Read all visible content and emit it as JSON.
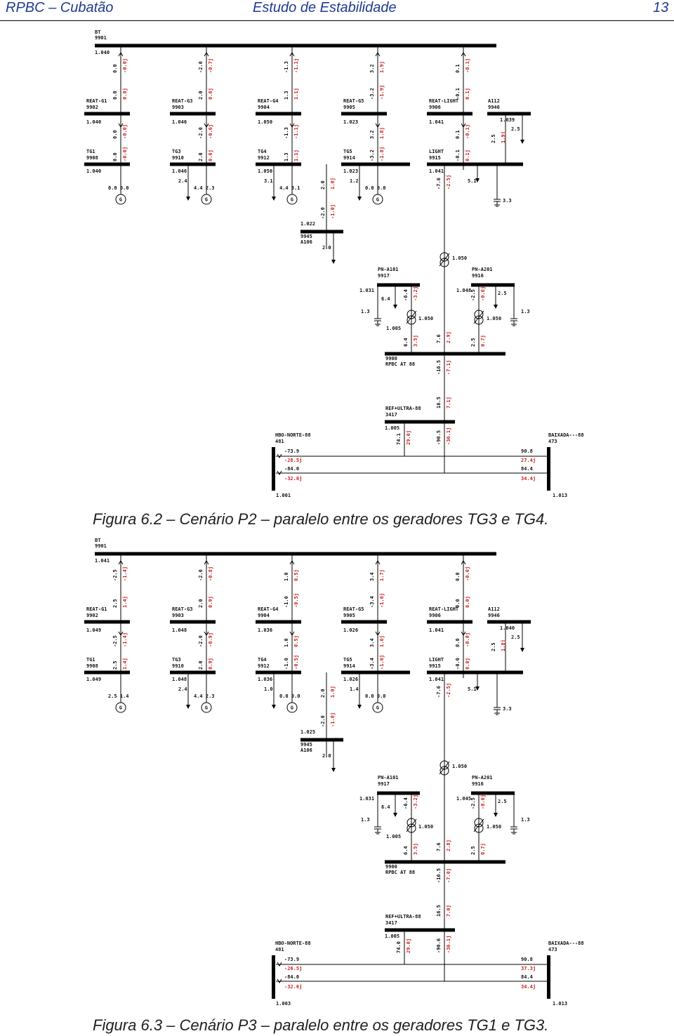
{
  "header": {
    "left": "RPBC – Cubatão",
    "center": "Estudo de Estabilidade",
    "page": "13"
  },
  "figures": [
    {
      "caption": "Figura 6.2 – Cenário P2 – paralelo entre os geradores TG3 e TG4.",
      "bt": {
        "name": "BT",
        "num": "9901",
        "v": "1.040"
      },
      "feeders": [
        {
          "id": "g1",
          "n1": "REAT-G1",
          "b1": "9902",
          "v1": "1.040",
          "n2": "TG1",
          "b2": "9908",
          "v2": "1.040",
          "top": [
            "0.0",
            "-0.0j"
          ],
          "m1": [
            "0.0",
            "0.0j"
          ],
          "m2": [
            "0.0",
            "-0.0j"
          ],
          "m3": [
            "0.0",
            "-0.0j"
          ],
          "gen": "0.0 0.0",
          "load": ""
        },
        {
          "id": "g3",
          "n1": "REAT-G3",
          "b1": "9903",
          "v1": "1.046",
          "n2": "TG3",
          "b2": "9910",
          "v2": "1.046",
          "top": [
            "-2.0",
            "-0.7j"
          ],
          "m1": [
            "2.0",
            "0.6j"
          ],
          "m2": [
            "-2.0",
            "-0.6j"
          ],
          "m3": [
            "2.0",
            "0.6j"
          ],
          "gen": "4.4 2.3",
          "load": "2.4"
        },
        {
          "id": "g4",
          "n1": "REAT-G4",
          "b1": "9904",
          "v1": "1.050",
          "n2": "TG4",
          "b2": "9912",
          "v2": "1.050",
          "top": [
            "-1.3",
            "-1.1j"
          ],
          "m1": [
            "1.3",
            "1.1j"
          ],
          "m2": [
            "-1.3",
            "-1.1j"
          ],
          "m3": [
            "1.3",
            "1.1j"
          ],
          "gen": "4.4 3.1",
          "load": "3.1"
        },
        {
          "id": "g5",
          "n1": "REAT-G5",
          "b1": "9905",
          "v1": "1.023",
          "n2": "TG5",
          "b2": "9914",
          "v2": "1.023",
          "top": [
            "3.2",
            "1.9j"
          ],
          "m1": [
            "-3.2",
            "-1.9j"
          ],
          "m2": [
            "3.2",
            "1.8j"
          ],
          "m3": [
            "-3.2",
            "-1.8j"
          ],
          "gen": "0.0 0.0",
          "load": "1.2"
        },
        {
          "id": "gl",
          "n1": "REAT-LIGHT",
          "b1": "9906",
          "v1": "1.041",
          "n2": "LIGHT",
          "b2": "9915",
          "v2": "1.041",
          "top": [
            "0.1",
            "-0.1j"
          ],
          "m1": [
            "-0.1",
            "0.1j"
          ],
          "m2": [
            "0.1",
            "-0.1j"
          ],
          "m3": [
            "-0.1",
            "0.1j"
          ],
          "gen": "",
          "load": "5.1"
        }
      ],
      "a112": {
        "name": "A112",
        "num": "9946",
        "v": "1.039",
        "p": "2.5",
        "f1": "2.5",
        "f2": "1.9j"
      },
      "light_down": [
        "-7.6",
        "-2.5j"
      ],
      "cap_light": "3.3",
      "a106": {
        "name": "9945",
        "sub": "A106",
        "v": "1.022",
        "p": "2.0",
        "f1": "2.0",
        "f2": "1.0j",
        "f3": "-2.0",
        "f4": "-1.0j"
      },
      "xfmr_main": "1.050",
      "pna101": {
        "name": "PN-A101",
        "num": "9917",
        "v": "1.031",
        "load": "6.4",
        "cap": "1.3",
        "f1": "-6.4",
        "f2": "-3.2j",
        "xv": "1.050",
        "v2": "1.005",
        "b1": "6.4",
        "b2": "3.5j"
      },
      "pna201": {
        "name": "PN-A201",
        "num": "9916",
        "v": "1.048",
        "load": "2.5",
        "cap": "1.3",
        "f1": "-2.5",
        "f2": "-0.6j",
        "xv": "1.050",
        "b1": "2.5",
        "b2": "0.7j"
      },
      "rpbc": {
        "num": "9900",
        "name": "RPBC AT  88",
        "c1": "7.6",
        "c2": "2.9j",
        "d1": "-16.5",
        "d2": "-7.1j"
      },
      "ultra": {
        "name": "REF+ULTRA-88",
        "num": "3417",
        "v": "1.005",
        "u1": "16.5",
        "u2": "7.1j",
        "l1": "74.1",
        "l2": "29.0j",
        "r1": "-90.5",
        "r2": "-36.1j"
      },
      "hbo": {
        "name": "HBO-NORTE-88",
        "num": "481",
        "v": "1.001",
        "a": "-73.9",
        "b": "-28.5j",
        "c": "-84.0",
        "d": "-32.6j"
      },
      "baixada": {
        "name": "BAIXADA---88",
        "num": "473",
        "v": "1.013",
        "a": "90.8",
        "b": "27.4j",
        "c": "84.4",
        "d": "34.4j"
      }
    },
    {
      "caption": "Figura 6.3 – Cenário P3 – paralelo entre os geradores TG1 e TG3.",
      "bt": {
        "name": "BT",
        "num": "9901",
        "v": "1.041"
      },
      "feeders": [
        {
          "id": "g1",
          "n1": "REAT-G1",
          "b1": "9902",
          "v1": "1.049",
          "n2": "TG1",
          "b2": "9908",
          "v2": "1.049",
          "top": [
            "-2.5",
            "-1.4j"
          ],
          "m1": [
            "2.5",
            "1.4j"
          ],
          "m2": [
            "-2.5",
            "-1.4j"
          ],
          "m3": [
            "2.5",
            "1.4j"
          ],
          "gen": "2.5 1.4",
          "load": ""
        },
        {
          "id": "g3",
          "n1": "REAT-G3",
          "b1": "9903",
          "v1": "1.048",
          "n2": "TG3",
          "b2": "9910",
          "v2": "1.048",
          "top": [
            "-2.0",
            "-0.8j"
          ],
          "m1": [
            "2.0",
            "0.9j"
          ],
          "m2": [
            "-2.0",
            "-0.9j"
          ],
          "m3": [
            "2.0",
            "0.9j"
          ],
          "gen": "4.4 2.3",
          "load": "2.4"
        },
        {
          "id": "g4",
          "n1": "REAT-G4",
          "b1": "9904",
          "v1": "1.036",
          "n2": "TG4",
          "b2": "9912",
          "v2": "1.036",
          "top": [
            "1.0",
            "0.5j"
          ],
          "m1": [
            "-1.0",
            "-0.5j"
          ],
          "m2": [
            "1.0",
            "0.5j"
          ],
          "m3": [
            "-1.0",
            "-0.5j"
          ],
          "gen": "0.0 0.0",
          "load": "1.0"
        },
        {
          "id": "g5",
          "n1": "REAT-G5",
          "b1": "9905",
          "v1": "1.026",
          "n2": "TG5",
          "b2": "9914",
          "v2": "1.026",
          "top": [
            "3.4",
            "1.7j"
          ],
          "m1": [
            "-3.4",
            "-1.6j"
          ],
          "m2": [
            "3.4",
            "1.6j"
          ],
          "m3": [
            "-3.4",
            "-1.6j"
          ],
          "gen": "0.0 0.0",
          "load": "1.4"
        },
        {
          "id": "gl",
          "n1": "REAT-LIGHT",
          "b1": "9906",
          "v1": "1.041",
          "n2": "LIGHT",
          "b2": "9915",
          "v2": "1.041",
          "top": [
            "0.0",
            "-0.0j"
          ],
          "m1": [
            "0.0",
            "0.0j"
          ],
          "m2": [
            "0.0",
            "-0.0j"
          ],
          "m3": [
            "-0.0",
            "0.0j"
          ],
          "gen": "",
          "load": "5.1"
        }
      ],
      "a112": {
        "name": "A112",
        "num": "9946",
        "v": "1.040",
        "p": "2.5",
        "f1": "2.5",
        "f2": "1.8j"
      },
      "light_down": [
        "-7.6",
        "-2.5j"
      ],
      "cap_light": "3.3",
      "a106": {
        "name": "9945",
        "sub": "A106",
        "v": "1.025",
        "p": "2.0",
        "f1": "2.0",
        "f2": "1.0j",
        "f3": "-2.0",
        "f4": "-1.0j"
      },
      "xfmr_main": "1.050",
      "pna101": {
        "name": "PN-A101",
        "num": "9917",
        "v": "1.031",
        "load": "6.4",
        "cap": "1.3",
        "f1": "-6.4",
        "f2": "-3.2j",
        "xv": "1.050",
        "v2": "1.005",
        "b1": "6.4",
        "b2": "3.5j"
      },
      "pna201": {
        "name": "PN-A201",
        "num": "9916",
        "v": "1.045",
        "load": "2.5",
        "cap": "1.3",
        "f1": "-2.5",
        "f2": "-0.6j",
        "xv": "1.050",
        "b1": "2.5",
        "b2": "0.7j"
      },
      "rpbc": {
        "num": "9900",
        "name": "RPBC AT  88",
        "c1": "7.6",
        "c2": "2.8j",
        "d1": "-16.5",
        "d2": "-7.0j"
      },
      "ultra": {
        "name": "REF+ULTRA-88",
        "num": "3417",
        "v": "1.005",
        "u1": "16.5",
        "u2": "7.0j",
        "l1": "74.0",
        "l2": "29.0j",
        "r1": "-90.6",
        "r2": "-36.1j"
      },
      "hbo": {
        "name": "HBO-NORTE-88",
        "num": "481",
        "v": "1.003",
        "a": "-73.9",
        "b": "-26.5j",
        "c": "-84.0",
        "d": "-32.6j"
      },
      "baixada": {
        "name": "BAIXADA---88",
        "num": "473",
        "v": "1.013",
        "a": "90.8",
        "b": "37.3j",
        "c": "84.4",
        "d": "34.4j"
      }
    }
  ]
}
